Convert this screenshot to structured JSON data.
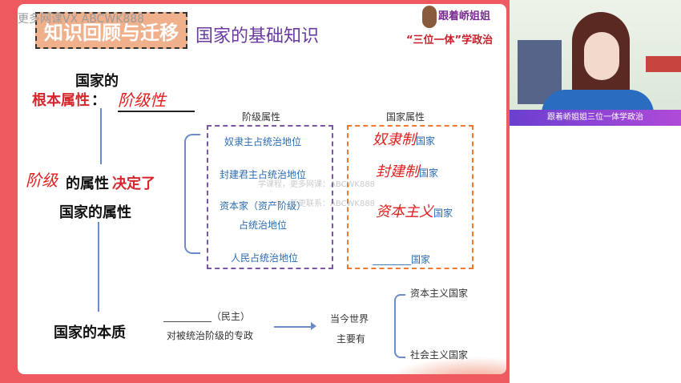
{
  "watermark": "更多网课VX ABCWK888",
  "header": {
    "badge": "知识回顾与迁移",
    "title": "国家的基础知识",
    "brand_line1": "跟着峤姐姐",
    "brand_line2": "“三位一体”学政治"
  },
  "left": {
    "line1": "国家的",
    "label_root": "根本属性",
    "colon": "：",
    "answer_root": "阶级性",
    "class_written": "阶级",
    "class_rest": "的属性",
    "decides": "决定了",
    "state_attr": "国家的属性",
    "essence": "国家的本质"
  },
  "columns": {
    "class_header": "阶级属性",
    "state_header": "国家属性"
  },
  "class_items": [
    "奴隶主占统治地位",
    "封建君主占统治地位",
    "资本家（资产阶级）",
    "占统治地位",
    "人民占统治地位"
  ],
  "state_items": [
    {
      "written": "奴隶制",
      "suffix": "国家"
    },
    {
      "written": "封建制",
      "suffix": "国家"
    },
    {
      "written": "资本主义",
      "suffix": "国家"
    },
    {
      "written": "________",
      "suffix": "国家"
    }
  ],
  "center_watermark": [
    "学课程，更多网课：ABCWK888",
    "新更联系：ABCWK888"
  ],
  "essence": {
    "blank": "__________（民主）",
    "desc": "对被统治阶级的专政",
    "world": "当今世界",
    "main": "主要有",
    "types": [
      "资本主义国家",
      "社会主义国家"
    ]
  },
  "video": {
    "caption": "跟着峤姐姐三位一体学政治"
  }
}
